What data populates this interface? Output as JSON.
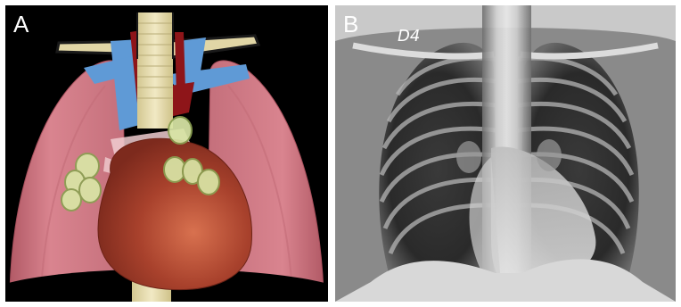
{
  "panels": [
    {
      "label": "A"
    },
    {
      "label": "B",
      "film_marker": "D4"
    }
  ],
  "colors": {
    "lung": "#d77f8c",
    "lung_edge": "#b85c69",
    "heart": "#a8412c",
    "heart_highlight": "#d66a4c",
    "trachea": "#e6dcae",
    "vein": "#5f9ad6",
    "artery": "#9b1a1f",
    "lymph_node": "#d7e5a3",
    "background": "#000000",
    "figure_background": "#ffffff"
  }
}
